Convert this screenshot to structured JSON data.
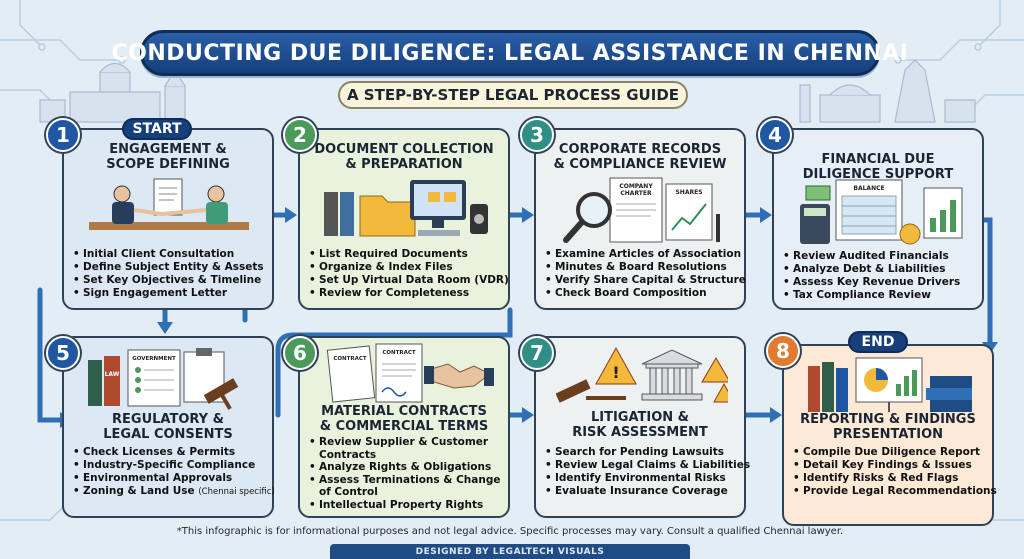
{
  "title": "CONDUCTING DUE DILIGENCE: LEGAL ASSISTANCE IN CHENNAI",
  "subtitle": "A STEP-BY-STEP LEGAL PROCESS GUIDE",
  "start_label": "START",
  "end_label": "END",
  "colors": {
    "navy": "#163f7c",
    "blue": "#1f57a3",
    "green": "#4c9a5a",
    "teal": "#2f8f85",
    "orange": "#e07a2e"
  },
  "steps": [
    {
      "number": "1",
      "title_lines": [
        "ENGAGEMENT &",
        "SCOPE DEFINING"
      ],
      "bullets": [
        "Initial Client Consultation",
        "Define Subject Entity & Assets",
        "Set Key Objectives & Timeline",
        "Sign Engagement Letter"
      ]
    },
    {
      "number": "2",
      "title_lines": [
        "DOCUMENT COLLECTION",
        "& PREPARATION"
      ],
      "bullets": [
        "List Required Documents",
        "Organize & Index Files",
        "Set Up Virtual Data Room (VDR)",
        "Review for Completeness"
      ]
    },
    {
      "number": "3",
      "title_lines": [
        "CORPORATE RECORDS",
        "& COMPLIANCE REVIEW"
      ],
      "bullets": [
        "Examine Articles of Association",
        "Minutes & Board Resolutions",
        "Verify Share Capital & Structure",
        "Check Board Composition"
      ],
      "doc_labels": [
        "COMPANY",
        "CHARTER",
        "SHARES"
      ]
    },
    {
      "number": "4",
      "title_lines": [
        "FINANCIAL DUE",
        "DILIGENCE SUPPORT"
      ],
      "bullets": [
        "Review Audited Financials",
        "Analyze Debt & Liabilities",
        "Assess Key Revenue Drivers",
        "Tax Compliance Review"
      ],
      "doc_labels": [
        "BALANCE"
      ]
    },
    {
      "number": "5",
      "title_lines": [
        "REGULATORY &",
        "LEGAL CONSENTS"
      ],
      "bullets": [
        "Check Licenses & Permits",
        "Industry-Specific Compliance",
        "Environmental Approvals",
        "Zoning & Land Use"
      ],
      "bullet_note": "(Chennai specific)",
      "doc_labels": [
        "GOVERNMENT",
        "LAW"
      ]
    },
    {
      "number": "6",
      "title_lines": [
        "MATERIAL CONTRACTS",
        "& COMMERCIAL TERMS"
      ],
      "bullets": [
        "Review Supplier & Customer",
        "Contracts",
        "Analyze Rights & Obligations",
        "Assess Terminations & Change",
        "of Control",
        "Intellectual Property Rights"
      ],
      "doc_labels": [
        "CONTRACT",
        "CONTRACT"
      ]
    },
    {
      "number": "7",
      "title_lines": [
        "LITIGATION &",
        "RISK ASSESSMENT"
      ],
      "bullets": [
        "Search for Pending Lawsuits",
        "Review Legal Claims & Liabilities",
        "Identify Environmental Risks",
        "Evaluate Insurance Coverage"
      ]
    },
    {
      "number": "8",
      "title_lines": [
        "REPORTING & FINDINGS",
        "PRESENTATION"
      ],
      "bullets": [
        "Compile Due Diligence Report",
        "Detail Key Findings & Issues",
        "Identify Risks & Red Flags",
        "Provide Legal Recommendations"
      ]
    }
  ],
  "disclaimer": "*This infographic is for informational purposes and not legal advice. Specific processes may vary. Consult a qualified Chennai lawyer.",
  "credit": "DESIGNED BY LEGALTECH VISUALS"
}
